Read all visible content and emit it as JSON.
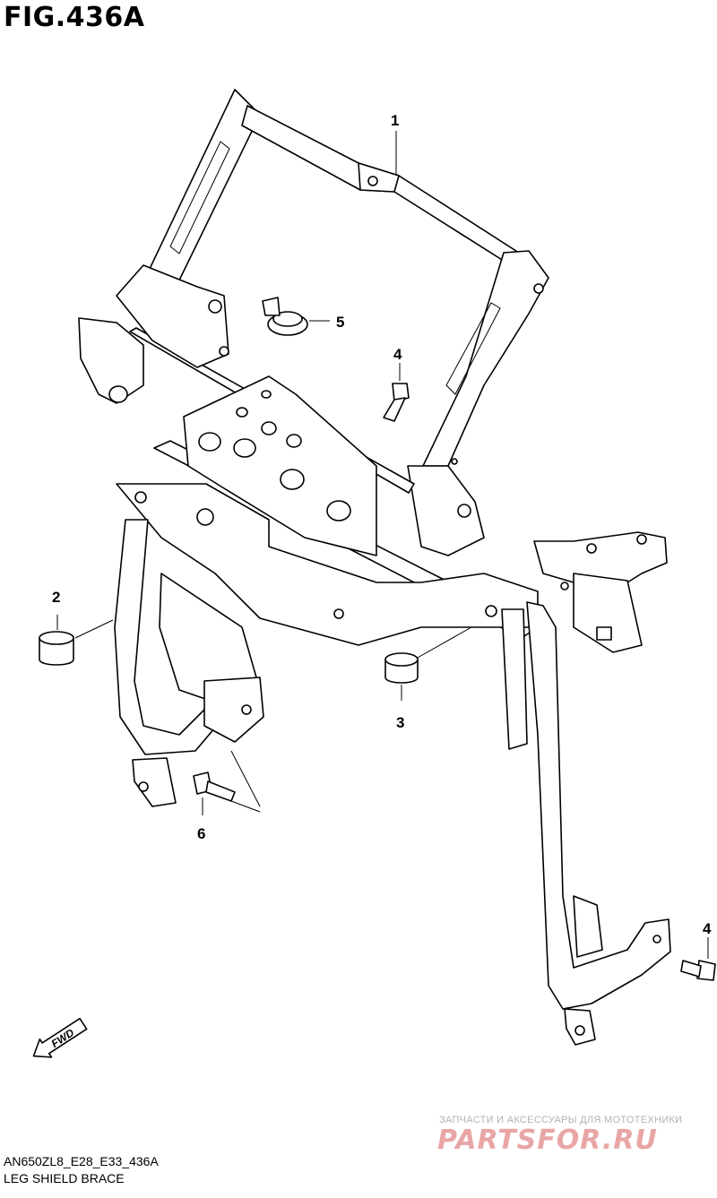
{
  "figure": {
    "title": "FIG.436A",
    "code": "AN650ZL8_E28_E33_436A",
    "name": "LEG SHIELD BRACE"
  },
  "callouts": [
    {
      "id": "1",
      "label": "1"
    },
    {
      "id": "2",
      "label": "2"
    },
    {
      "id": "3",
      "label": "3"
    },
    {
      "id": "4a",
      "label": "4"
    },
    {
      "id": "4b",
      "label": "4"
    },
    {
      "id": "5",
      "label": "5"
    },
    {
      "id": "6",
      "label": "6"
    }
  ],
  "fwd_arrow": {
    "label": "FWD"
  },
  "watermark": {
    "tagline": "ЗАПЧАСТИ И АКСЕССУАРЫ ДЛЯ МОТОТЕХНИКИ",
    "logo": "PARTSFOR.RU",
    "logo_color": "#e9a6a6"
  }
}
